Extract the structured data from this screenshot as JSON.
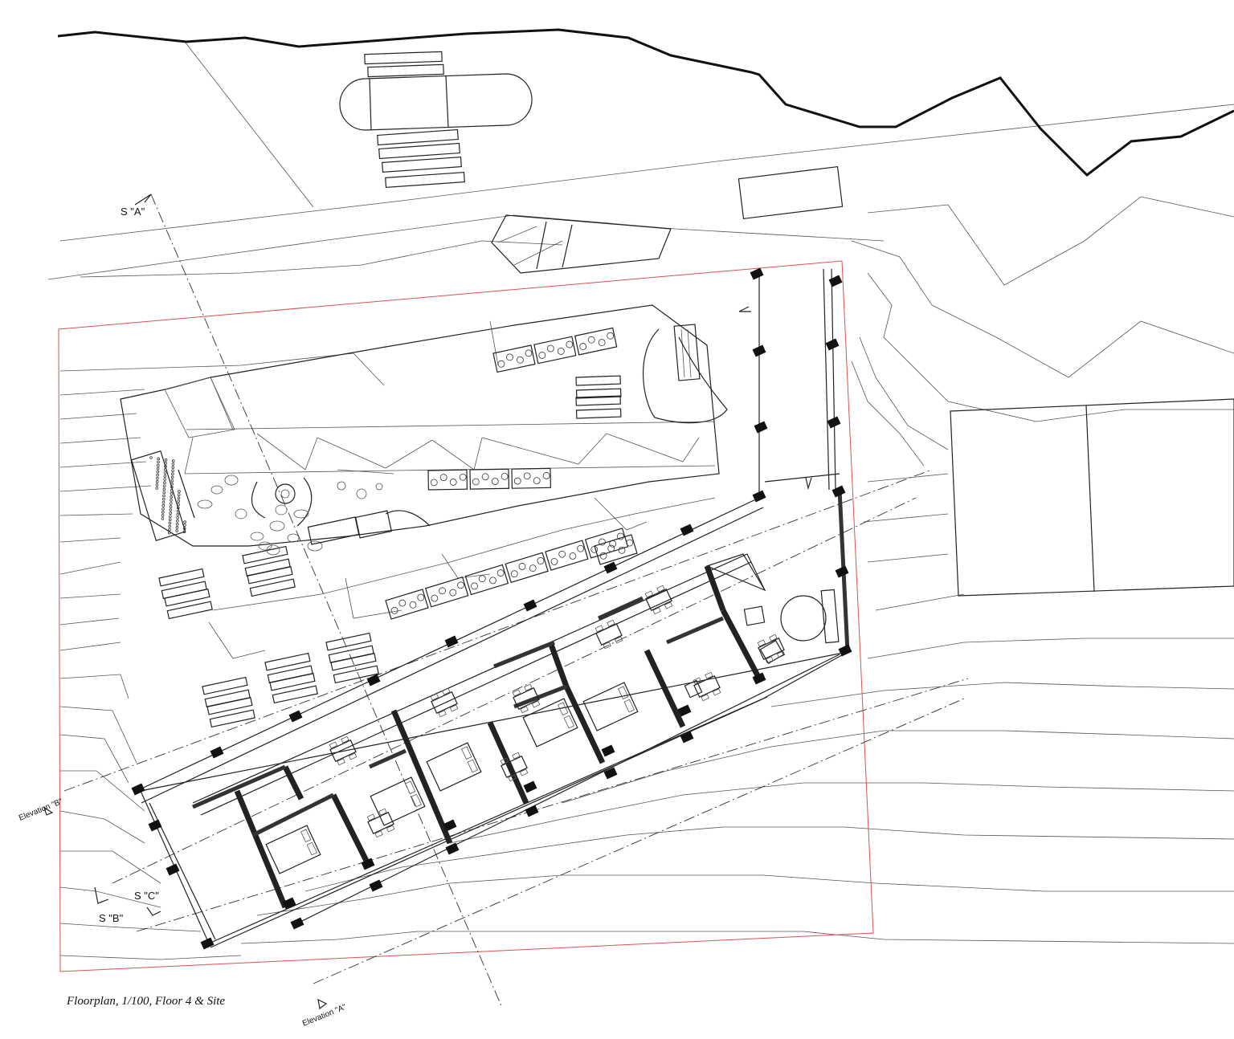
{
  "drawing": {
    "caption": "Floorplan, 1/100, Floor 4 & Site",
    "labels": {
      "section_a": "S \"A\"",
      "section_b": "S \"B\"",
      "section_c": "S \"C\"",
      "elevation_a": "Elevation \"A\"",
      "elevation_b": "Elevation \"B\""
    }
  }
}
